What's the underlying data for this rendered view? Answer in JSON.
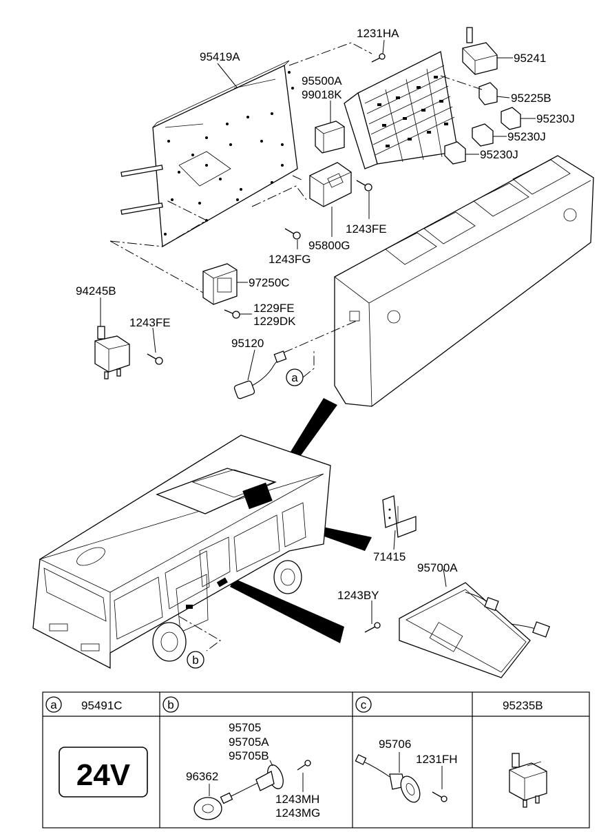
{
  "parts": {
    "p95419A": "95419A",
    "p1231HA": "1231HA",
    "p95241": "95241",
    "p95500A": "95500A",
    "p99018K": "99018K",
    "p95225B": "95225B",
    "p95230J_1": "95230J",
    "p95230J_2": "95230J",
    "p95230J_3": "95230J",
    "p1243FE_1": "1243FE",
    "p95800G": "95800G",
    "p1243FG": "1243FG",
    "p97250C": "97250C",
    "p94245B": "94245B",
    "p1229FE": "1229FE",
    "p1229DK": "1229DK",
    "p1243FE_2": "1243FE",
    "p95120": "95120",
    "p71415": "71415",
    "p95700A": "95700A",
    "p1243BY": "1243BY"
  },
  "callouts": {
    "a": "a",
    "b": "b"
  },
  "table": {
    "col_a_letter": "a",
    "col_a_part": "95491C",
    "col_b_letter": "b",
    "col_c_letter": "c",
    "col_d_part": "95235B",
    "label_24v": "24V",
    "b_95705": "95705",
    "b_95705A": "95705A",
    "b_95705B": "95705B",
    "b_96362": "96362",
    "b_1243MH": "1243MH",
    "b_1243MG": "1243MG",
    "c_95706": "95706",
    "c_1231FH": "1231FH"
  }
}
